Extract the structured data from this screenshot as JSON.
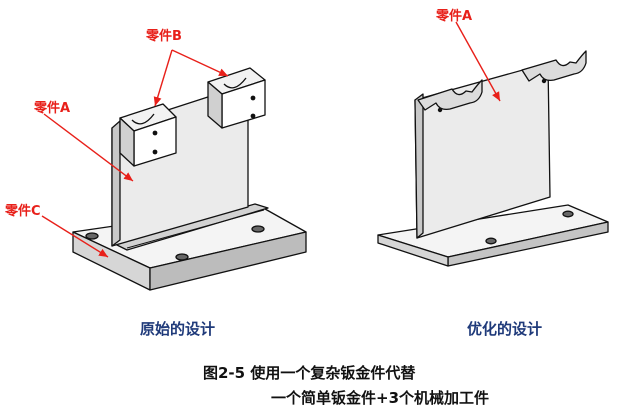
{
  "labels": {
    "partA_left": "零件A",
    "partB": "零件B",
    "partC": "零件C",
    "partA_right": "零件A"
  },
  "subtitles": {
    "original": "原始的设计",
    "optimized": "优化的设计"
  },
  "caption": {
    "line1": "图2-5  使用一个复杂钣金件代替",
    "line2": "一个简单钣金件+3个机械加工件"
  },
  "colors": {
    "label": "#e8201a",
    "subtitle": "#1f3a7a",
    "caption": "#111111"
  }
}
